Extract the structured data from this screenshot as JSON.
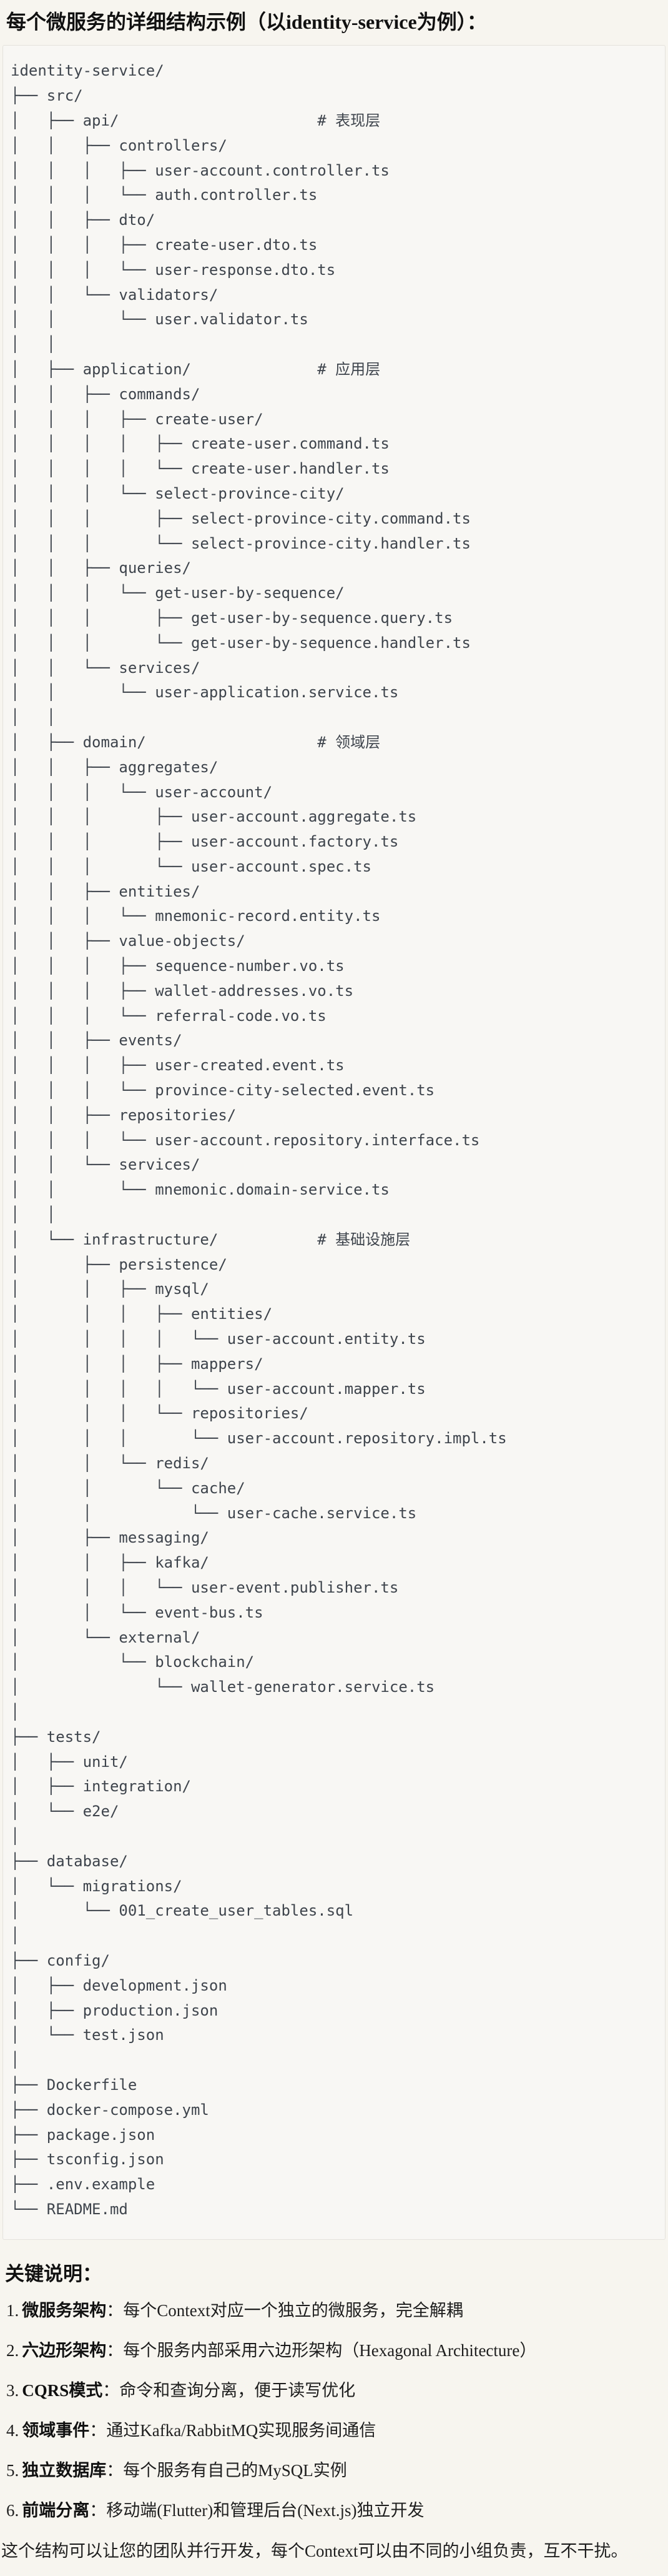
{
  "theme": {
    "page-bg": "#f7f5ef",
    "code-bg": "#f8f7f4",
    "code-border": "#e4e2dc",
    "code-text": "#3e444c",
    "body-text": "#1e1e1e",
    "title-text": "#111111"
  },
  "page": {
    "title": "每个微服务的详细结构示例（以identity-service为例）："
  },
  "tree": {
    "lines": [
      "identity-service/",
      "├── src/",
      "│   ├── api/                      # 表现层",
      "│   │   ├── controllers/",
      "│   │   │   ├── user-account.controller.ts",
      "│   │   │   └── auth.controller.ts",
      "│   │   ├── dto/",
      "│   │   │   ├── create-user.dto.ts",
      "│   │   │   └── user-response.dto.ts",
      "│   │   └── validators/",
      "│   │       └── user.validator.ts",
      "│   │",
      "│   ├── application/              # 应用层",
      "│   │   ├── commands/",
      "│   │   │   ├── create-user/",
      "│   │   │   │   ├── create-user.command.ts",
      "│   │   │   │   └── create-user.handler.ts",
      "│   │   │   └── select-province-city/",
      "│   │   │       ├── select-province-city.command.ts",
      "│   │   │       └── select-province-city.handler.ts",
      "│   │   ├── queries/",
      "│   │   │   └── get-user-by-sequence/",
      "│   │   │       ├── get-user-by-sequence.query.ts",
      "│   │   │       └── get-user-by-sequence.handler.ts",
      "│   │   └── services/",
      "│   │       └── user-application.service.ts",
      "│   │",
      "│   ├── domain/                   # 领域层",
      "│   │   ├── aggregates/",
      "│   │   │   └── user-account/",
      "│   │   │       ├── user-account.aggregate.ts",
      "│   │   │       ├── user-account.factory.ts",
      "│   │   │       └── user-account.spec.ts",
      "│   │   ├── entities/",
      "│   │   │   └── mnemonic-record.entity.ts",
      "│   │   ├── value-objects/",
      "│   │   │   ├── sequence-number.vo.ts",
      "│   │   │   ├── wallet-addresses.vo.ts",
      "│   │   │   └── referral-code.vo.ts",
      "│   │   ├── events/",
      "│   │   │   ├── user-created.event.ts",
      "│   │   │   └── province-city-selected.event.ts",
      "│   │   ├── repositories/",
      "│   │   │   └── user-account.repository.interface.ts",
      "│   │   └── services/",
      "│   │       └── mnemonic.domain-service.ts",
      "│   │",
      "│   └── infrastructure/           # 基础设施层",
      "│       ├── persistence/",
      "│       │   ├── mysql/",
      "│       │   │   ├── entities/",
      "│       │   │   │   └── user-account.entity.ts",
      "│       │   │   ├── mappers/",
      "│       │   │   │   └── user-account.mapper.ts",
      "│       │   │   └── repositories/",
      "│       │   │       └── user-account.repository.impl.ts",
      "│       │   └── redis/",
      "│       │       └── cache/",
      "│       │           └── user-cache.service.ts",
      "│       ├── messaging/",
      "│       │   ├── kafka/",
      "│       │   │   └── user-event.publisher.ts",
      "│       │   └── event-bus.ts",
      "│       └── external/",
      "│           └── blockchain/",
      "│               └── wallet-generator.service.ts",
      "│",
      "├── tests/",
      "│   ├── unit/",
      "│   ├── integration/",
      "│   └── e2e/",
      "│",
      "├── database/",
      "│   └── migrations/",
      "│       └── 001_create_user_tables.sql",
      "│",
      "├── config/",
      "│   ├── development.json",
      "│   ├── production.json",
      "│   └── test.json",
      "│",
      "├── Dockerfile",
      "├── docker-compose.yml",
      "├── package.json",
      "├── tsconfig.json",
      "├── .env.example",
      "└── README.md"
    ]
  },
  "notes": {
    "heading": "关键说明：",
    "items": [
      {
        "num": "1.",
        "label": "微服务架构",
        "sep": "：",
        "text": "每个Context对应一个独立的微服务，完全解耦"
      },
      {
        "num": "2.",
        "label": "六边形架构",
        "sep": "：",
        "text": "每个服务内部采用六边形架构（Hexagonal Architecture）"
      },
      {
        "num": "3.",
        "label": "CQRS模式",
        "sep": "：",
        "text": "命令和查询分离，便于读写优化"
      },
      {
        "num": "4.",
        "label": "领域事件",
        "sep": "：",
        "text": "通过Kafka/RabbitMQ实现服务间通信"
      },
      {
        "num": "5.",
        "label": "独立数据库",
        "sep": "：",
        "text": "每个服务有自己的MySQL实例"
      },
      {
        "num": "6.",
        "label": "前端分离",
        "sep": "：",
        "text": "移动端(Flutter)和管理后台(Next.js)独立开发"
      }
    ],
    "footer": "这个结构可以让您的团队并行开发，每个Context可以由不同的小组负责，互不干扰。"
  }
}
